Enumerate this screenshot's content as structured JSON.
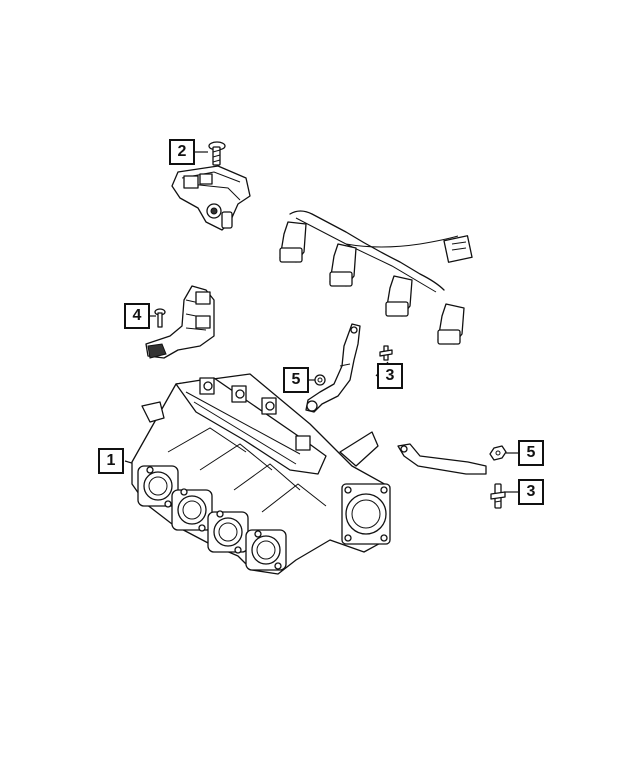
{
  "callouts": [
    {
      "id": "1",
      "label": "1"
    },
    {
      "id": "2",
      "label": "2"
    },
    {
      "id": "3a",
      "label": "3"
    },
    {
      "id": "3b",
      "label": "3"
    },
    {
      "id": "4",
      "label": "4"
    },
    {
      "id": "5a",
      "label": "5"
    },
    {
      "id": "5b",
      "label": "5"
    }
  ],
  "colors": {
    "line": "#111111",
    "background": "#ffffff"
  }
}
